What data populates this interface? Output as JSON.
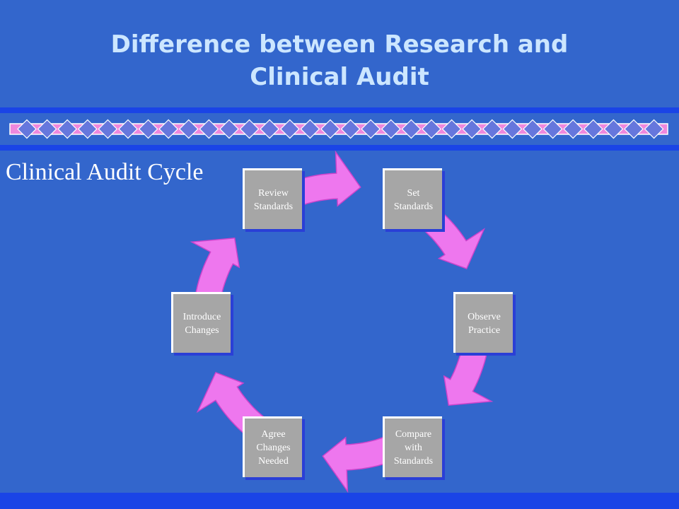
{
  "slide": {
    "title_line1": "Difference between Research and",
    "title_line2": "Clinical Audit",
    "subtitle": "Clinical Audit Cycle"
  },
  "cycle": {
    "steps": [
      {
        "label": "Review\nStandards"
      },
      {
        "label": "Set\nStandards"
      },
      {
        "label": "Observe\nPractice"
      },
      {
        "label": "Compare\nwith\nStandards"
      },
      {
        "label": "Agree\nChanges\nNeeded"
      },
      {
        "label": "Introduce\nChanges"
      }
    ],
    "box_color": "#a6a6a6",
    "arrow_color": "#ee77ee",
    "arrow_outline": "#cc44cc"
  },
  "theme": {
    "background": "#3366cc",
    "title_color": "#cce6ff",
    "band_color": "#1a44e6",
    "ribbon_fill": "#ee88dd",
    "diamond_fill": "#6677dd"
  }
}
